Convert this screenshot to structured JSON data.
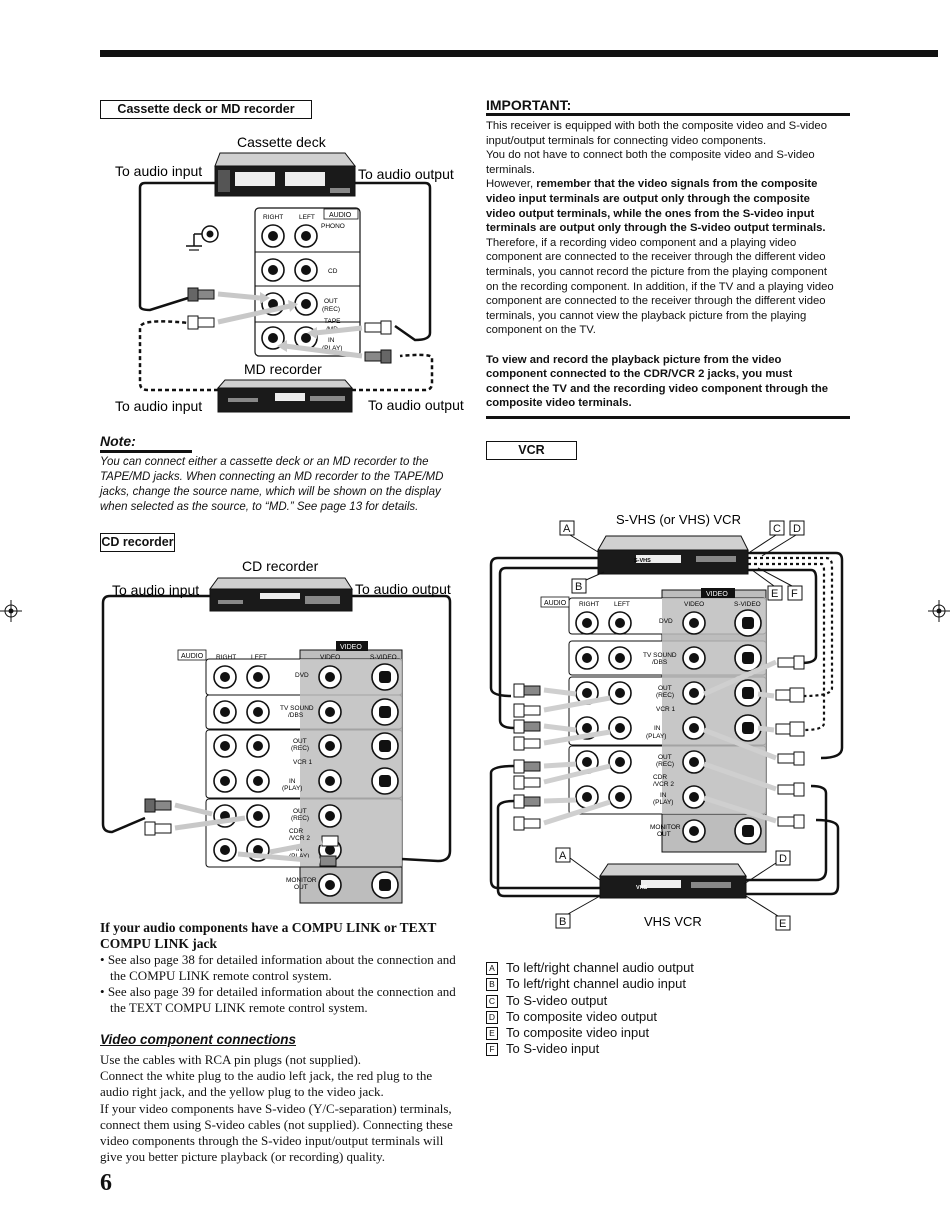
{
  "page_number": "6",
  "cassette": {
    "title": "Cassette deck or MD recorder",
    "cassette_label": "Cassette deck",
    "to_audio_input_top": "To audio input",
    "to_audio_output_top": "To audio output",
    "md_label": "MD recorder",
    "to_audio_input_bottom": "To audio input",
    "to_audio_output_bottom": "To audio output",
    "panel": {
      "right": "RIGHT",
      "left": "LEFT",
      "audio": "AUDIO",
      "phono": "PHONO",
      "cd": "CD",
      "out_rec": [
        "OUT",
        "(REC)"
      ],
      "tape_md": [
        "TAPE",
        "/MD"
      ],
      "in_play": [
        "IN",
        "(PLAY)"
      ]
    }
  },
  "note": {
    "title": "Note:",
    "lines": [
      "You can connect either a cassette deck or an MD recorder to the",
      "TAPE/MD jacks. When connecting an MD recorder to the TAPE/MD",
      "jacks, change the source name, which will be shown on the display",
      "when selected as the source, to “MD.” See page 13 for details."
    ]
  },
  "cd": {
    "title": "CD recorder",
    "recorder_label": "CD recorder",
    "to_audio_input": "To audio input",
    "to_audio_output": "To audio output",
    "panel": {
      "audio": "AUDIO",
      "right": "RIGHT",
      "left": "LEFT",
      "video": "VIDEO",
      "video_col": "VIDEO",
      "svideo_col": "S-VIDEO",
      "dvd": "DVD",
      "tv_sound": [
        "TV SOUND",
        "/DBS"
      ],
      "out_rec": [
        "OUT",
        "(REC)"
      ],
      "vcr1": "VCR 1",
      "in_play": [
        "IN",
        "(PLAY)"
      ],
      "cdr_vcr2": [
        "CDR",
        "/VCR 2"
      ],
      "monitor_out": [
        "MONITOR",
        "OUT"
      ]
    }
  },
  "compu": {
    "title_lines": [
      "If your audio components have a COMPU LINK or TEXT",
      "COMPU LINK jack"
    ],
    "bullets": [
      [
        "See also page 38 for detailed information about the connection and",
        "the COMPU LINK remote control system."
      ],
      [
        "See also page 39 for detailed information about the connection and",
        "the TEXT COMPU LINK remote control system."
      ]
    ]
  },
  "video_conn": {
    "title": "Video component connections",
    "lines": [
      "Use the cables with RCA pin plugs (not supplied).",
      "Connect the white plug to the audio left jack, the red plug to the",
      "audio right jack, and the yellow plug to the video jack.",
      "If your video components have S-video (Y/C-separation) terminals,",
      "connect them using S-video cables (not supplied). Connecting these",
      "video components through the S-video input/output terminals will",
      "give you better picture playback (or recording) quality."
    ]
  },
  "important": {
    "title": "IMPORTANT:",
    "lines": [
      [
        {
          "t": "This receiver is equipped with both the composite video and S-video"
        }
      ],
      [
        {
          "t": "input/output terminals for connecting video components."
        }
      ],
      [
        {
          "t": "You do not have to connect both the composite video and S-video"
        }
      ],
      [
        {
          "t": "terminals."
        }
      ],
      [
        {
          "t": "However, "
        },
        {
          "t": "remember that the video signals from the composite",
          "b": true
        }
      ],
      [
        {
          "t": "video input terminals are output only through the composite",
          "b": true
        }
      ],
      [
        {
          "t": "video output terminals, while the ones from the S-video input",
          "b": true
        }
      ],
      [
        {
          "t": "terminals are output only through the S-video output terminals.",
          "b": true
        }
      ],
      [
        {
          "t": "Therefore, if a recording video component and a playing video"
        }
      ],
      [
        {
          "t": "component are connected to the receiver through the different video"
        }
      ],
      [
        {
          "t": "terminals, you cannot record the picture from the playing component"
        }
      ],
      [
        {
          "t": "on the recording component. In addition, if the TV and a playing video"
        }
      ],
      [
        {
          "t": "component are connected to the receiver through the different video"
        }
      ],
      [
        {
          "t": "terminals, you cannot view the playback picture from the playing"
        }
      ],
      [
        {
          "t": "component on the TV."
        }
      ],
      [
        {
          "t": ""
        }
      ],
      [
        {
          "t": "To view and record the playback picture from the video",
          "b": true
        }
      ],
      [
        {
          "t": "component connected to the CDR/VCR 2 jacks, you must",
          "b": true
        }
      ],
      [
        {
          "t": "connect the TV and the recording video component through the",
          "b": true
        }
      ],
      [
        {
          "t": "composite video terminals.",
          "b": true
        }
      ]
    ]
  },
  "vcr": {
    "title": "VCR",
    "svhs_label": "S-VHS (or VHS) VCR",
    "vhs_label": "VHS VCR",
    "svhs_brand": "S-VHS",
    "vhs_brand": "VHS",
    "markers": {
      "A": "A",
      "B": "B",
      "C": "C",
      "D": "D",
      "E": "E",
      "F": "F"
    },
    "panel": {
      "audio": "AUDIO",
      "right": "RIGHT",
      "left": "LEFT",
      "video": "VIDEO",
      "video_col": "VIDEO",
      "svideo_col": "S-VIDEO",
      "dvd": "DVD",
      "tv_sound": [
        "TV SOUND",
        "/DBS"
      ],
      "out_rec": [
        "OUT",
        "(REC)"
      ],
      "vcr1": "VCR 1",
      "in_play": [
        "IN",
        "(PLAY)"
      ],
      "cdr_vcr2": [
        "CDR",
        "/VCR 2"
      ],
      "monitor_out": [
        "MONITOR",
        "OUT"
      ]
    }
  },
  "legend": [
    {
      "key": "A",
      "text": "To left/right channel audio output"
    },
    {
      "key": "B",
      "text": "To left/right channel audio input"
    },
    {
      "key": "C",
      "text": "To S-video output"
    },
    {
      "key": "D",
      "text": "To composite video output"
    },
    {
      "key": "E",
      "text": "To composite video input"
    },
    {
      "key": "F",
      "text": "To S-video input"
    }
  ],
  "colors": {
    "ink": "#111111",
    "panel_gray": "#bdbdbd",
    "plug_gray": "#8a8a8a",
    "arrow_gray": "#cfcfcf"
  }
}
